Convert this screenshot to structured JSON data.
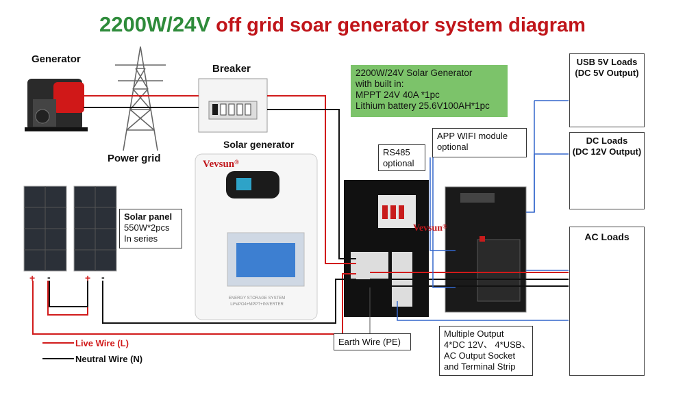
{
  "title": {
    "part1": "2200W/24V",
    "part2": " off grid soar generator system diagram"
  },
  "labels": {
    "generator": "Generator",
    "power_grid": "Power grid",
    "breaker": "Breaker",
    "solar_generator": "Solar generator"
  },
  "green_box": {
    "lines": [
      "2200W/24V Solar Generator",
      "with built in:",
      "MPPT 24V 40A *1pc",
      "Lithium battery 25.6V100AH*1pc"
    ]
  },
  "solar_panel_box": {
    "lines": [
      "Solar panel",
      "550W*2pcs",
      "In series"
    ]
  },
  "rs485_box": {
    "lines": [
      "RS485",
      "optional"
    ]
  },
  "wifi_box": {
    "lines": [
      "APP WIFI module",
      "optional"
    ]
  },
  "earth_box": {
    "text": "Earth Wire (PE)"
  },
  "output_box": {
    "lines": [
      "Multiple Output",
      "4*DC 12V、 4*USB、",
      "AC Output Socket",
      "and Terminal Strip"
    ]
  },
  "usb_loads": {
    "title1": "USB 5V Loads",
    "title2": "(DC 5V Output)"
  },
  "dc_loads": {
    "title1": "DC Loads",
    "title2": "(DC 12V Output)"
  },
  "ac_loads": {
    "title": "AC Loads"
  },
  "brand": {
    "name": "Vevsun",
    "mark": "®"
  },
  "device_panel": {
    "line1": "ENERGY STORAGE SYSTEM",
    "line2": "LiFePO4+MPPT+INVERTER"
  },
  "polarity": {
    "plus": "+",
    "minus": "-"
  },
  "legend": {
    "live": "Live Wire (L)",
    "neutral": "Neutral Wire (N)"
  },
  "colors": {
    "live": "#d11a1a",
    "neutral": "#111111",
    "signal": "#3366cc",
    "title_green": "#2e8b3a",
    "title_red": "#c0151a",
    "box_green": "#7cc36a"
  }
}
